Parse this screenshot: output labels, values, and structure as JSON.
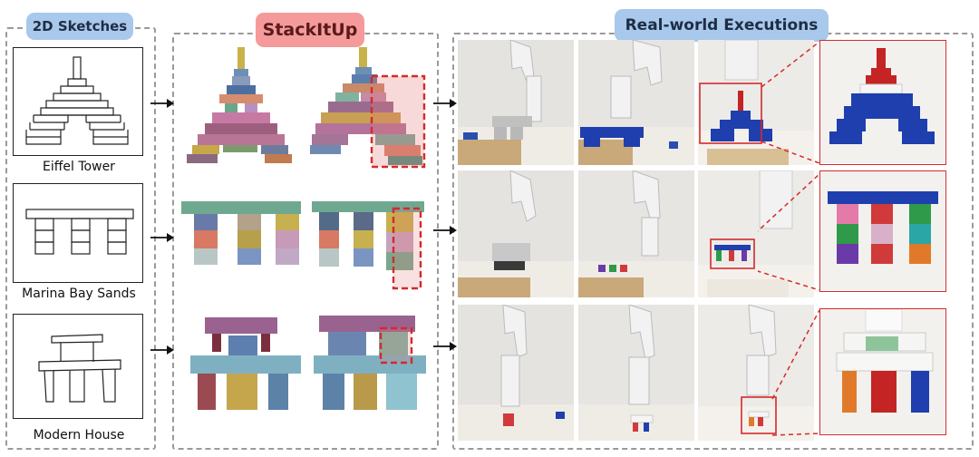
{
  "sections": {
    "sketches": "2D Sketches",
    "stackitup": "StackItUp",
    "executions": "Real-world Executions"
  },
  "examples": [
    {
      "label": "Eiffel Tower"
    },
    {
      "label": "Marina Bay Sands"
    },
    {
      "label": "Modern House"
    }
  ],
  "colors": {
    "label_blue": "#a8c8ec",
    "label_red": "#f59a9a",
    "highlight": "#d42a2a",
    "robot_white": "#f2f2f2",
    "table_wood": "#c9a97a"
  }
}
